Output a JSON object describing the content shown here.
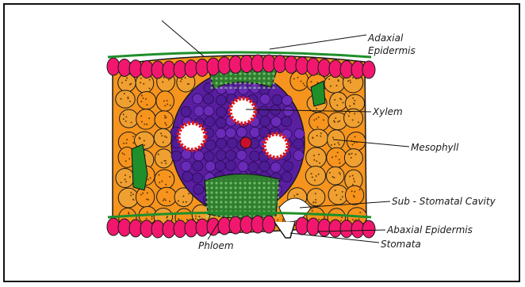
{
  "diagram": {
    "labels": {
      "adaxial_epidermis_line1": "Adaxial",
      "adaxial_epidermis_line2": "Epidermis",
      "xylem": "Xylem",
      "mesophyll": "Mesophyll",
      "sub_stomatal_cavity": "Sub - Stomatal Cavity",
      "abaxial_epidermis": "Abaxial Epidermis",
      "stomata": "Stomata",
      "phloem": "Phloem"
    },
    "colors": {
      "epidermis": "#f2176e",
      "epidermis_outline": "#1a1a1a",
      "mesophyll": "#f7941d",
      "mesophyll_dark": "#e07b12",
      "bundle_sheath_green": "#1f8f2a",
      "vascular_purple": "#5a1fa0",
      "vascular_deep": "#3a0d6e",
      "xylem_ring": "#e01b1b",
      "phloem_green": "#2f7d2f",
      "ink": "#111111"
    }
  }
}
